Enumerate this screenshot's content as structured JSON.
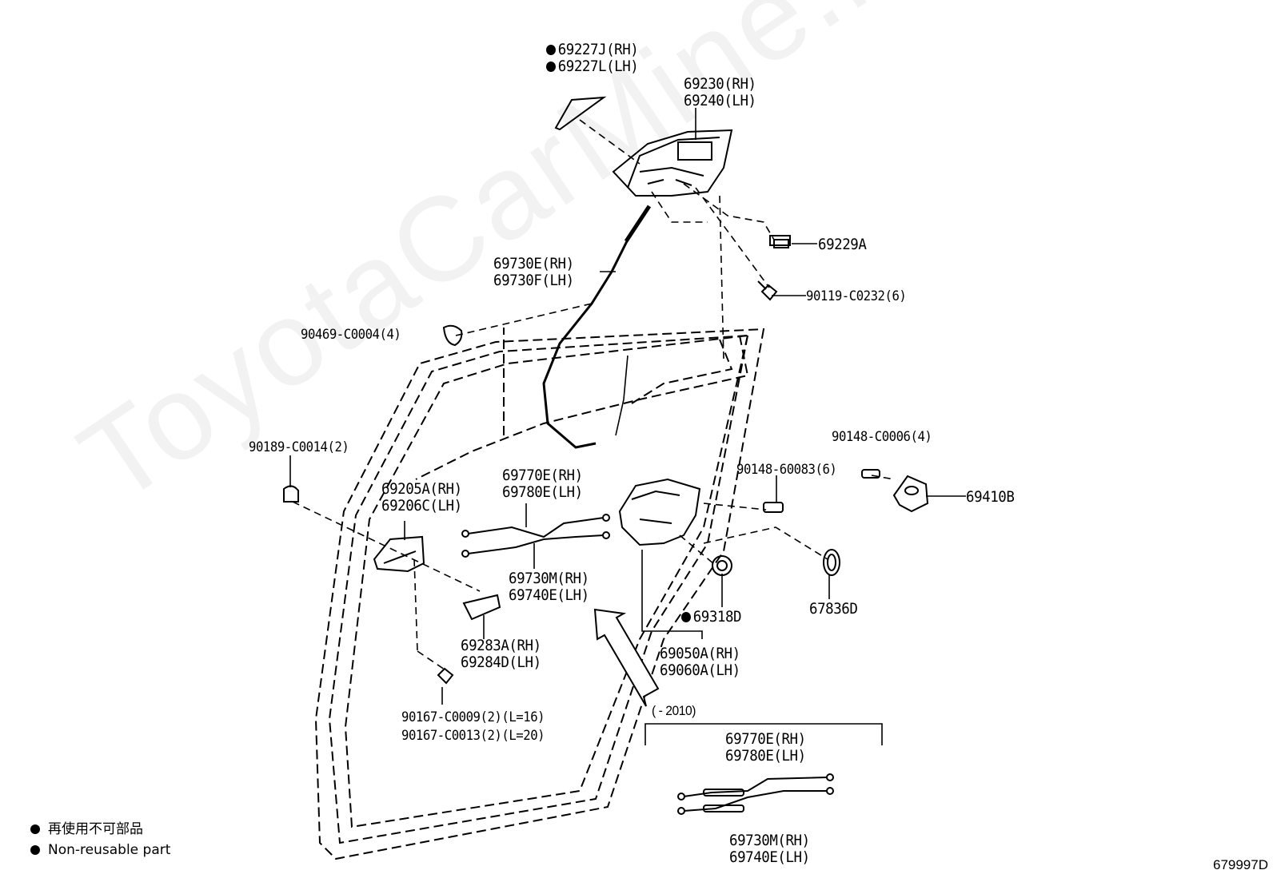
{
  "labels": {
    "p69227": [
      "69227J(RH)",
      "69227L(LH)"
    ],
    "p69230": [
      "69230(RH)",
      "69240(LH)"
    ],
    "p69229A": "69229A",
    "p90119": "90119-C0232(6)",
    "p69730E": [
      "69730E(RH)",
      "69730F(LH)"
    ],
    "p90469": "90469-C0004(4)",
    "p90189": "90189-C0014(2)",
    "p90148a": "90148-C0006(4)",
    "p90148b": "90148-60083(6)",
    "p69410B": "69410B",
    "p69205A": [
      "69205A(RH)",
      "69206C(LH)"
    ],
    "p69770E": [
      "69770E(RH)",
      "69780E(LH)"
    ],
    "p69730M": [
      "69730M(RH)",
      "69740E(LH)"
    ],
    "p69283A": [
      "69283A(RH)",
      "69284D(LH)"
    ],
    "p67836D": "67836D",
    "p69318D": "69318D",
    "p69050A": [
      "69050A(RH)",
      "69060A(LH)"
    ],
    "p90167": [
      "90167-C0009(2)(L=16)",
      "90167-C0013(2)(L=20)"
    ],
    "bracket_note": "(     - 2010)",
    "p69770E_b": [
      "69770E(RH)",
      "69780E(LH)"
    ],
    "p69730M_b": [
      "69730M(RH)",
      "69740E(LH)"
    ]
  },
  "legend": [
    "再使用不可部品",
    "Non-reusable part"
  ],
  "figure_id": "679997D",
  "watermark": "ToyotaCarMine.ru"
}
